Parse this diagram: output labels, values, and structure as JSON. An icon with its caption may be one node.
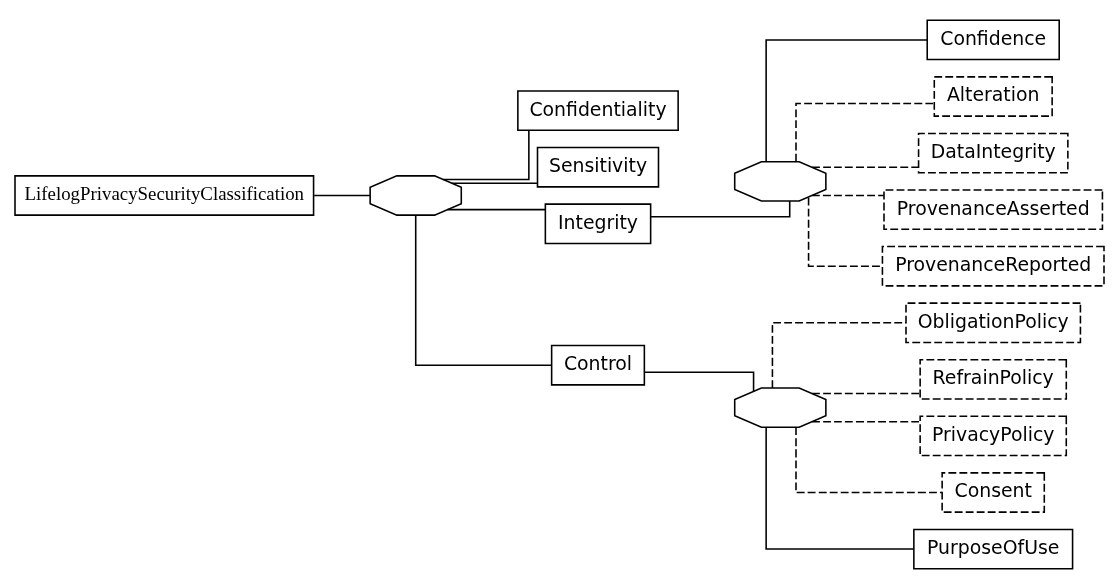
{
  "diagram": {
    "nodes": [
      {
        "text": [
          "LifelogPrivacySecurityClassification"
        ]
      },
      {
        "text": [],
        "shape": "octagon"
      },
      {
        "text": [
          "Confidentiality"
        ]
      },
      {
        "text": [
          "Sensitivity"
        ]
      },
      {
        "text": [
          "Integrity"
        ]
      },
      {
        "text": [],
        "shape": "octagon"
      },
      {
        "text": [
          "Confidence"
        ]
      },
      {
        "text": [
          "Alteration"
        ]
      },
      {
        "text": [
          "DataIntegrity"
        ]
      },
      {
        "text": [
          "ProvenanceAsserted"
        ]
      },
      {
        "text": [
          "ProvenanceReported"
        ]
      },
      {
        "text": [
          "Control"
        ]
      },
      {
        "text": [],
        "shape": "octagon"
      },
      {
        "text": [
          "ObligationPolicy"
        ]
      },
      {
        "text": [
          "RefrainPolicy"
        ]
      },
      {
        "text": [
          "PrivacyPolicy"
        ]
      },
      {
        "text": [
          "Consent"
        ]
      },
      {
        "text": [
          "PurposeOfUse"
        ]
      }
    ],
    "edges": [
      {
        "from": 0,
        "to": 1,
        "arrow": "none"
      },
      {
        "from": 1,
        "to": 2,
        "arrow": "none"
      },
      {
        "from": 1,
        "to": 3,
        "arrow": "none"
      },
      {
        "from": 1,
        "to": 4,
        "arrow": "none"
      },
      {
        "from": 1,
        "to": 11,
        "arrow": "none"
      },
      {
        "from": 4,
        "to": 5,
        "arrow": "none"
      },
      {
        "from": 5,
        "to": 6,
        "arrow": "none"
      },
      {
        "from": 5,
        "to": 7,
        "arrow": "none",
        "style": "dashed"
      },
      {
        "from": 5,
        "to": 8,
        "arrow": "none",
        "style": "dashed"
      },
      {
        "from": 5,
        "to": 9,
        "arrow": "none",
        "style": "dashed"
      },
      {
        "from": 5,
        "to": 10,
        "arrow": "none",
        "style": "dashed"
      },
      {
        "from": 11,
        "to": 12,
        "arrow": "none"
      },
      {
        "from": 12,
        "to": 13,
        "arrow": "none",
        "style": "dashed"
      },
      {
        "from": 12,
        "to": 14,
        "arrow": "none",
        "style": "dashed"
      },
      {
        "from": 12,
        "to": 15,
        "arrow": "none",
        "style": "dashed"
      },
      {
        "from": 12,
        "to": 16,
        "arrow": "none",
        "style": "dashed"
      },
      {
        "from": 12,
        "to": 17,
        "arrow": "none"
      }
    ]
  }
}
